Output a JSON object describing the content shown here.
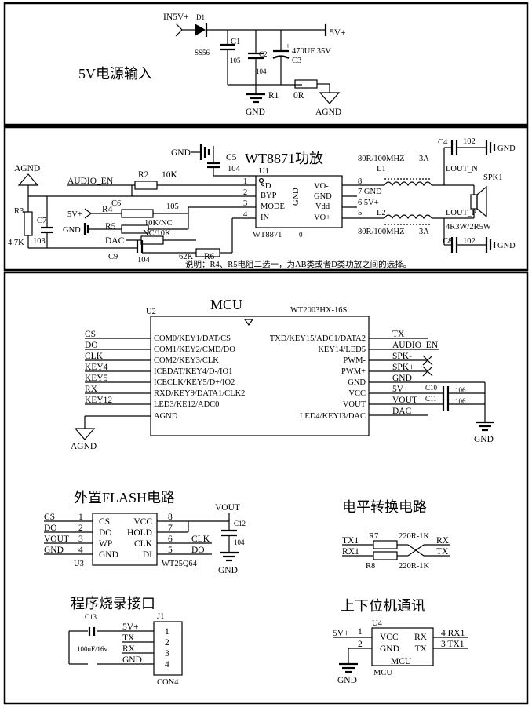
{
  "section1": {
    "title": "5V电源输入",
    "in_net": "IN5V+",
    "diode": "D1",
    "diode_part": "SS56",
    "c1": "C1",
    "c1_val": "105",
    "c2": "C2",
    "c2_val": "104",
    "c3": "C3",
    "c3_val": "470UF  35V",
    "out_net": "5V+",
    "r1": "R1",
    "r1_val": "0R",
    "gnd": "GND",
    "agnd": "AGND"
  },
  "section2": {
    "title": "WT8871功放",
    "u1": "U1",
    "u1_part": "WT8871",
    "pins_left": [
      {
        "num": "1",
        "name": "SD"
      },
      {
        "num": "2",
        "name": "BYP"
      },
      {
        "num": "3",
        "name": "MODE"
      },
      {
        "num": "4",
        "name": "IN"
      }
    ],
    "pins_right": [
      {
        "num": "8",
        "name": "VO-"
      },
      {
        "num": "7",
        "name": "GND"
      },
      {
        "num": "6",
        "name": "Vdd"
      },
      {
        "num": "5",
        "name": "VO+"
      }
    ],
    "ic_gnd": "GND",
    "ic_zero": "0",
    "agnd": "AGND",
    "audio_en": "AUDIO_EN",
    "r2": "R2",
    "r2_val": "10K",
    "r3": "R3",
    "r3_val": "4.7K",
    "c7": "C7",
    "c7_val": "103",
    "c6": "C6",
    "v5": "5V+",
    "r4": "R4",
    "r4_val": "105",
    "gnd": "GND",
    "r5": "R5",
    "r5_val": "10K/NC",
    "dac": "DAC",
    "nc10k": "NC/10K",
    "c9": "C9",
    "c9_val": "104",
    "r6": "R6",
    "r6_val": "62K",
    "c5": "C5",
    "c5_val": "104",
    "l1": "L1",
    "l2": "L2",
    "ferrite_top": "80R/100MHZ",
    "ferrite_bot": "80R/100MHZ",
    "amp": "3A",
    "c4": "C4",
    "c4_val": "102",
    "c8": "C8",
    "c8_val": "102",
    "lout_n": "LOUT_N",
    "lout_p": "LOUT_P",
    "spk": "SPK1",
    "spk_val": "4R3W/2R5W",
    "net_gnd7": "7 GND",
    "net_v6": "6 5V+",
    "note": "说明：R4、R5电阻二选一，为AB类或者D类功放之间的选择。"
  },
  "section3": {
    "title": "MCU",
    "u2": "U2",
    "u2_part": "WT2003HX-16S",
    "left_nets": [
      "CS",
      "DO",
      "CLK",
      "KEY4",
      "KEY5",
      "RX",
      "KEY12"
    ],
    "left_pins": [
      "COM0/KEY1/DAT/CS",
      "COM1/KEY2/CMD/DO",
      "COM2/KEY3/CLK",
      "ICEDAT/KEY4/D-/IO1",
      "ICECLK/KEY5/D+/IO2",
      "RXD/KEY9/DATA1/CLK2",
      "LED3/KE12/ADC0",
      "AGND"
    ],
    "right_pins": [
      "TXD/KEY15/ADC1/DATA2",
      "KEY14/LED5",
      "PWM-",
      "PWM+",
      "GND",
      "VCC",
      "VOUT",
      "LED4/KEYI3/DAC"
    ],
    "right_nets": [
      "TX",
      "AUDIO_EN",
      "SPK-",
      "SPK+",
      "GND",
      "5V+",
      "VOUT",
      "DAC"
    ],
    "c10": "C10",
    "c10_val": "106",
    "c11": "C11",
    "c11_val": "106",
    "agnd": "AGND",
    "gnd": "GND",
    "flash_title": "外置FLASH电路",
    "u3": "U3",
    "u3_part": "WT25Q64",
    "flash_left_nets": [
      "CS",
      "DO",
      "VOUT",
      "GND"
    ],
    "flash_left_nums": [
      "1",
      "2",
      "3",
      "4"
    ],
    "flash_left_pins": [
      "CS",
      "DO",
      "WP",
      "GND"
    ],
    "flash_right_pins": [
      "VCC",
      "HOLD",
      "CLK",
      "DI"
    ],
    "flash_right_nums": [
      "8",
      "7",
      "6",
      "5"
    ],
    "flash_right_nets": [
      "",
      "",
      "CLK",
      "DO"
    ],
    "vout": "VOUT",
    "c12": "C12",
    "c12_val": "104",
    "level_title": "电平转换电路",
    "r7": "R7",
    "r7_val": "220R-1K",
    "r8": "R8",
    "r8_val": "220R-1K",
    "tx1": "TX1",
    "rx1": "RX1",
    "rx": "RX",
    "tx": "TX",
    "prog_title": "程序烧录接口",
    "j1": "J1",
    "j1_part": "CON4",
    "c13": "C13",
    "c13_val": "100uF/16v",
    "prog_nets": [
      "5V+",
      "TX",
      "RX",
      "GND"
    ],
    "prog_nums": [
      "1",
      "2",
      "3",
      "4"
    ],
    "comm_title": "上下位机通讯",
    "u4": "U4",
    "u4_part": "MCU",
    "u4_left_nets": [
      "5V+",
      ""
    ],
    "u4_left_nums": [
      "1",
      "2"
    ],
    "u4_left_pins": [
      "VCC",
      "GND"
    ],
    "u4_right_pins": [
      "RX",
      "TX"
    ],
    "u4_right_nets": [
      "4 RX1",
      "3 TX1"
    ]
  }
}
